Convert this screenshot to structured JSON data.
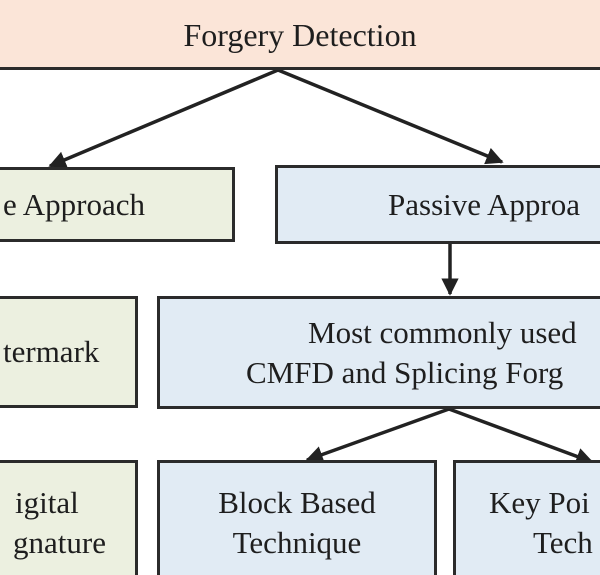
{
  "diagram": {
    "root": {
      "label": "Forgery Detection"
    },
    "active_approach": {
      "label": "e Approach"
    },
    "passive_approach": {
      "label": "Passive Approa"
    },
    "watermark": {
      "label": "termark"
    },
    "most_common": {
      "line1": "Most commonly used",
      "line2": "CMFD and Splicing Forg"
    },
    "digital_signature": {
      "line1": "igital",
      "line2": "gnature"
    },
    "block_based": {
      "line1": "Block Based",
      "line2": "Technique"
    },
    "key_point": {
      "line1": "Key Poi",
      "line2": "Tech"
    }
  },
  "colors": {
    "root_fill": "#fbe5d8",
    "active_fill": "#ecf0e0",
    "passive_fill": "#e1ebf4",
    "border": "#2b2b2b",
    "arrow": "#222222"
  }
}
